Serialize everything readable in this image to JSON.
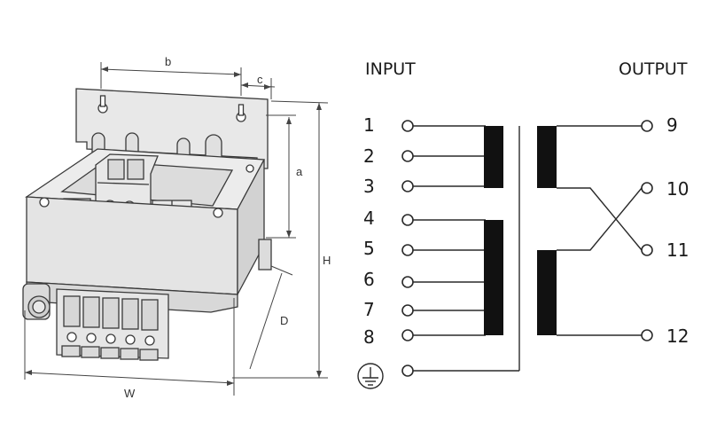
{
  "dimensions": {
    "b": "b",
    "c": "c",
    "a": "a",
    "H": "H",
    "D": "D",
    "W": "W"
  },
  "schematic": {
    "input_label": "INPUT",
    "output_label": "OUTPUT",
    "input_terminals": [
      "1",
      "2",
      "3",
      "4",
      "5",
      "6",
      "7",
      "8"
    ],
    "output_terminals": [
      "9",
      "10",
      "11",
      "12"
    ],
    "ground_icon": "earth-ground-icon"
  },
  "colors": {
    "line": "#2a2a2a",
    "coil": "#111111",
    "housing": "#e6e6e6",
    "housing_dark": "#cfcfcf"
  }
}
